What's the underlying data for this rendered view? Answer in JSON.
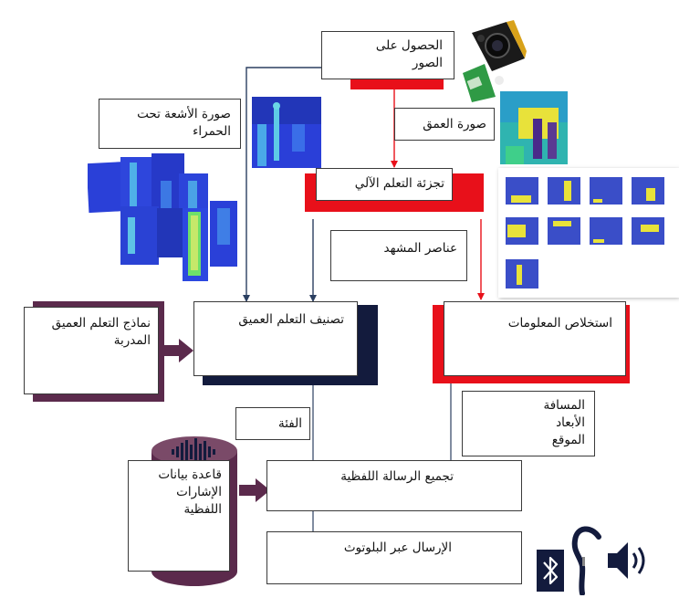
{
  "nodes": {
    "acquisition": "الحصول على\nالصور",
    "infrared": "صورة الأشعة تحت\nالحمراء",
    "depth": "صورة العمق",
    "segmentation": "تجزئة التعلم الآلي",
    "scene_elements": "عناصر المشهد",
    "pretrained_models": "نماذج التعلم العميق\nالمدربة",
    "classification": "تصنيف التعلم العميق",
    "info_extraction": "استخلاص المعلومات",
    "class": "الفئة",
    "attributes": "المسافة\nالأبعاد\nالموقع",
    "voice_db": "قاعدة بيانات\nالإشارات\nاللفظية",
    "message_assembly": "تجميع الرسالة اللفظية",
    "bluetooth_send": "الإرسال عبر البلوتوث"
  },
  "colors": {
    "accent_red": "#e8101a",
    "dark_navy": "#131b3d",
    "purple": "#5b2a4c",
    "arrow_blue": "#2b3f61",
    "ir_blue": "#2a3fd8",
    "depth_yellow": "#e8e23a"
  },
  "icons": [
    "camera-icon",
    "infrared-thumbnail",
    "depth-thumbnail",
    "segmentation-grid",
    "soundwave-icon",
    "bluetooth-icon",
    "earpiece-icon",
    "speaker-icon"
  ]
}
